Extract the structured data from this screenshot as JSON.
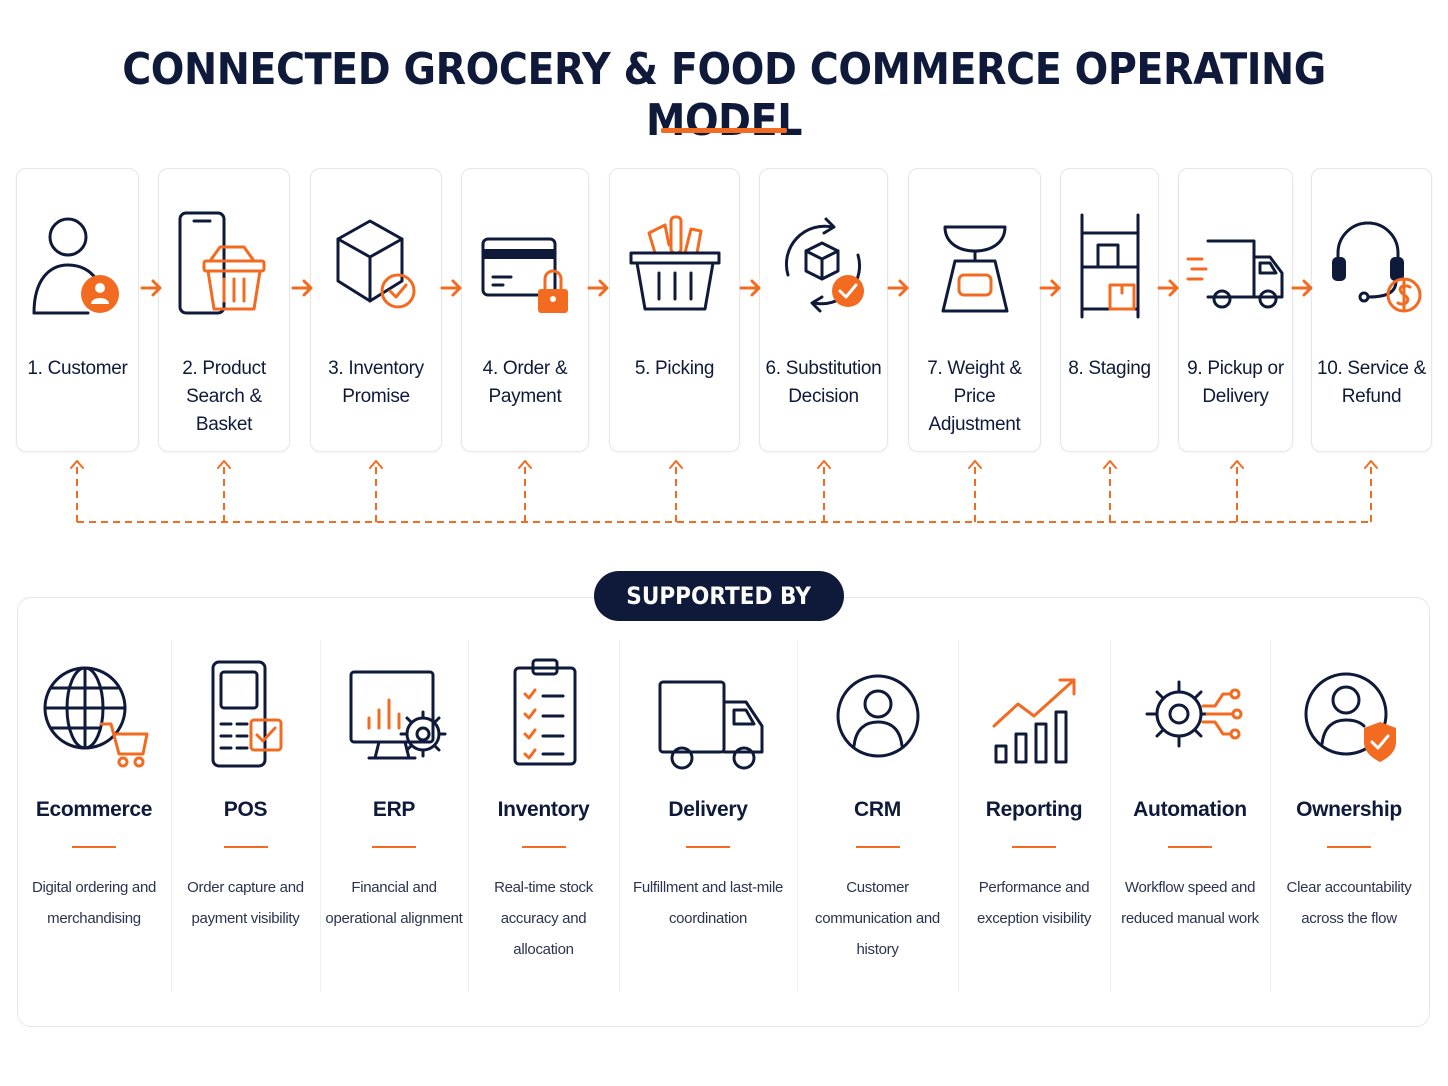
{
  "title": "CONNECTED GROCERY & FOOD COMMERCE OPERATING MODEL",
  "colors": {
    "navy": "#0f1a3a",
    "accent": "#f26b21",
    "border": "#e3e6ec"
  },
  "steps": [
    {
      "label": "1. Customer",
      "icon": "customer-icon"
    },
    {
      "label": "2. Product\nSearch & Basket",
      "icon": "phone-basket-icon"
    },
    {
      "label": "3. Inventory\nPromise",
      "icon": "box-check-icon"
    },
    {
      "label": "4. Order &\nPayment",
      "icon": "card-lock-icon"
    },
    {
      "label": "5. Picking",
      "icon": "grocery-basket-icon"
    },
    {
      "label": "6. Substitution\nDecision",
      "icon": "box-cycle-icon"
    },
    {
      "label": "7. Weight &\nPrice Adjustment",
      "icon": "scale-icon"
    },
    {
      "label": "8. Staging",
      "icon": "shelving-icon"
    },
    {
      "label": "9. Pickup or\nDelivery",
      "icon": "truck-icon"
    },
    {
      "label": "10. Service &\nRefund",
      "icon": "headset-refund-icon"
    }
  ],
  "supported_by": {
    "label": "SUPPORTED BY",
    "items": [
      {
        "name": "Ecommerce",
        "description": "Digital ordering and merchandising",
        "icon": "globe-cart-icon"
      },
      {
        "name": "POS",
        "description": "Order capture and payment visibility",
        "icon": "pos-terminal-icon"
      },
      {
        "name": "ERP",
        "description": "Financial and operational alignment",
        "icon": "monitor-gear-icon"
      },
      {
        "name": "Inventory",
        "description": "Real-time stock accuracy and allocation",
        "icon": "clipboard-checklist-icon"
      },
      {
        "name": "Delivery",
        "description": "Fulfillment and last-mile coordination",
        "icon": "delivery-truck-icon"
      },
      {
        "name": "CRM",
        "description": "Customer communication and history",
        "icon": "user-circle-icon"
      },
      {
        "name": "Reporting",
        "description": "Performance and exception visibility",
        "icon": "growth-chart-icon"
      },
      {
        "name": "Automation",
        "description": "Workflow speed and reduced manual work",
        "icon": "gear-network-icon"
      },
      {
        "name": "Ownership",
        "description": "Clear accountability across the flow",
        "icon": "user-shield-icon"
      }
    ]
  }
}
